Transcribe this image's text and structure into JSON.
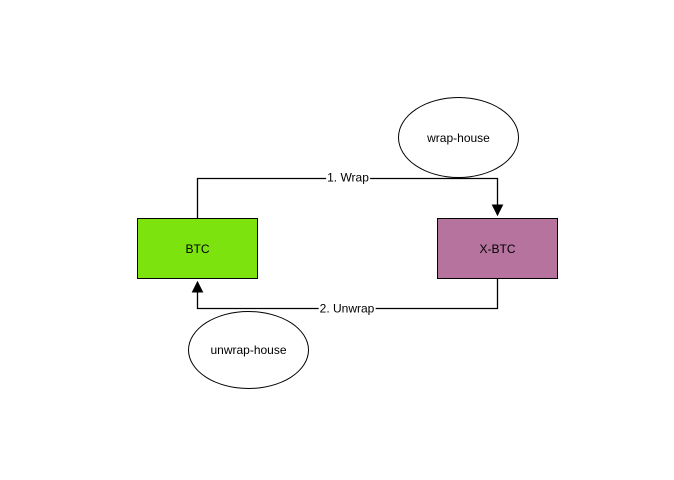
{
  "diagram": {
    "background": "#ffffff",
    "line_color": "#000000",
    "nodes": {
      "btc": {
        "label": "BTC",
        "shape": "rectangle",
        "fill": "#7ce30e",
        "stroke": "#000000"
      },
      "xbtc": {
        "label": "X-BTC",
        "shape": "rectangle",
        "fill": "#b5739d",
        "stroke": "#000000"
      },
      "wrap_house": {
        "label": "wrap-house",
        "shape": "ellipse",
        "fill": "#ffffff",
        "stroke": "#000000"
      },
      "unwrap_house": {
        "label": "unwrap-house",
        "shape": "ellipse",
        "fill": "#ffffff",
        "stroke": "#000000"
      }
    },
    "edges": {
      "wrap": {
        "label": "1. Wrap",
        "from": "BTC",
        "to": "X-BTC"
      },
      "unwrap": {
        "label": "2. Unwrap",
        "from": "X-BTC",
        "to": "BTC"
      }
    }
  }
}
